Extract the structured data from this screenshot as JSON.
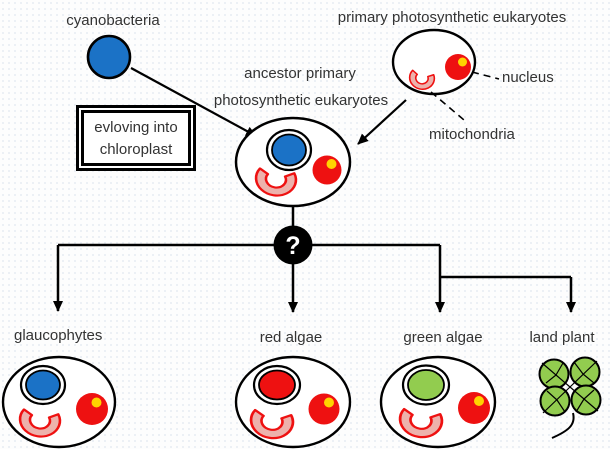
{
  "labels": {
    "cyanobacteria": "cyanobacteria",
    "primary_eukaryotes": "primary photosynthetic eukaryotes",
    "ancestor_line1": "ancestor primary",
    "ancestor_line2": "photosynthetic eukaryotes",
    "evolving_box_line1": "evloving into",
    "evolving_box_line2": "chloroplast",
    "nucleus": "nucleus",
    "mitochondria": "mitochondria",
    "question_mark": "?",
    "glaucophytes": "glaucophytes",
    "red_algae": "red algae",
    "green_algae": "green algae",
    "land_plant": "land plant"
  },
  "colors": {
    "blue": "#1B72C6",
    "red": "#EE1111",
    "yellow": "#FFD400",
    "pink": "#EDB2AC",
    "green": "#92CC4F",
    "black": "#000000",
    "white": "#FFFFFF",
    "text": "#333333"
  }
}
